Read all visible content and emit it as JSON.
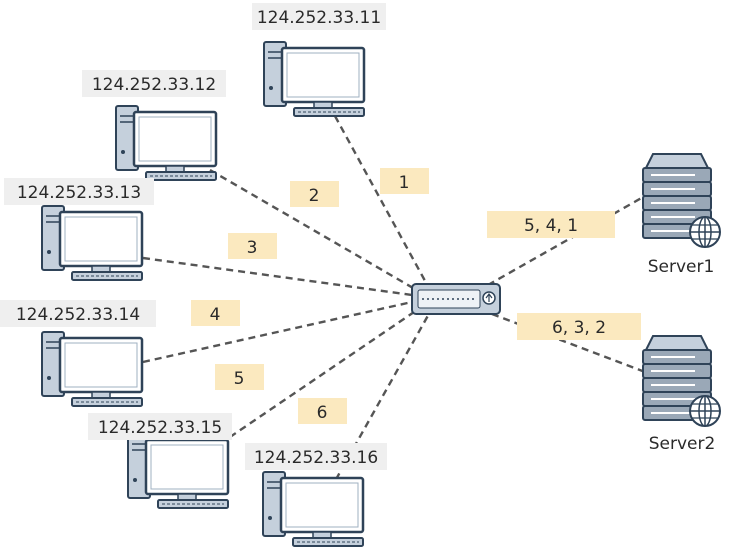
{
  "pcs": [
    {
      "ip": "124.252.33.11"
    },
    {
      "ip": "124.252.33.12"
    },
    {
      "ip": "124.252.33.13"
    },
    {
      "ip": "124.252.33.14"
    },
    {
      "ip": "124.252.33.15"
    },
    {
      "ip": "124.252.33.16"
    }
  ],
  "link_labels": [
    "1",
    "2",
    "3",
    "4",
    "5",
    "6"
  ],
  "servers": [
    {
      "name": "Server1",
      "sequence": "5, 4, 1"
    },
    {
      "name": "Server2",
      "sequence": "6, 3, 2"
    }
  ],
  "colors": {
    "monitor_fill": "#ffffff",
    "device_outline": "#2f4358",
    "device_body": "#c5d0dc",
    "link_line": "#555555",
    "ip_tag": "#efefef",
    "number_tag": "#fbe9bf",
    "server_body": "#9aa8b7"
  },
  "icons": {
    "pc": "desktop-pc-icon",
    "switch": "network-switch-icon",
    "server": "database-server-icon",
    "globe": "globe-icon"
  }
}
